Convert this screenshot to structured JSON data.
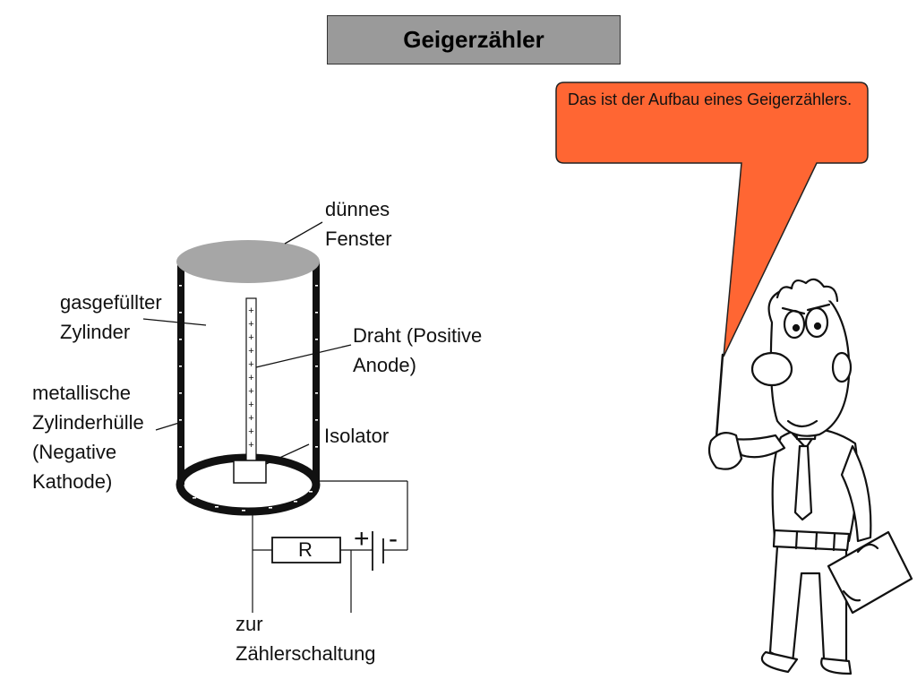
{
  "title": "Geigerzähler",
  "speech_bubble": {
    "text": "Das ist der Aufbau eines Geigerzählers."
  },
  "labels": {
    "window": "dünnes\nFenster",
    "cylinder": "gasgefüllter\nZylinder",
    "wire": "Draht (Positive\nAnode)",
    "shell": "metallische\nZylinderhülle\n(Negative\nKathode)",
    "insulator": "Isolator",
    "resistor": "R",
    "plus": "+",
    "minus": "-",
    "counter": "zur\nZählerschaltung"
  },
  "colors": {
    "bubble": "#ff6633",
    "title_box": "#9a9a9a",
    "window": "#a6a6a6"
  }
}
